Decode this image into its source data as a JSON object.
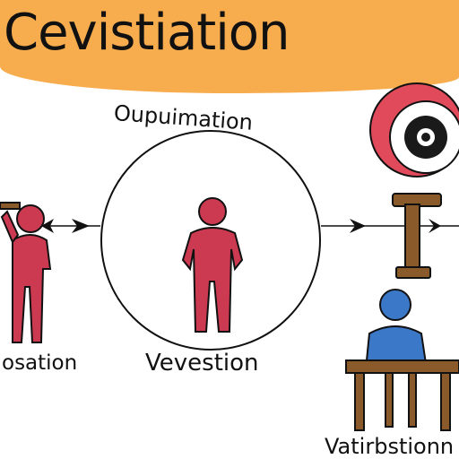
{
  "title": "Cevistiation",
  "labels": {
    "top": "Oupuimation",
    "left": "osation",
    "center": "Vevestion",
    "bottom": "Vatirbstionn"
  },
  "colors": {
    "banner": "#f7ac4e",
    "figure_red": "#cc3a52",
    "figure_blue": "#3c78c8",
    "wood": "#8b5a2b",
    "eye_ring": "#e04a5a",
    "outline": "#111111"
  },
  "icons": [
    "standing-person-icon",
    "pointing-person-icon",
    "seated-person-icon",
    "gavel-icon",
    "eye-icon",
    "table-icon",
    "arrow-icon"
  ]
}
